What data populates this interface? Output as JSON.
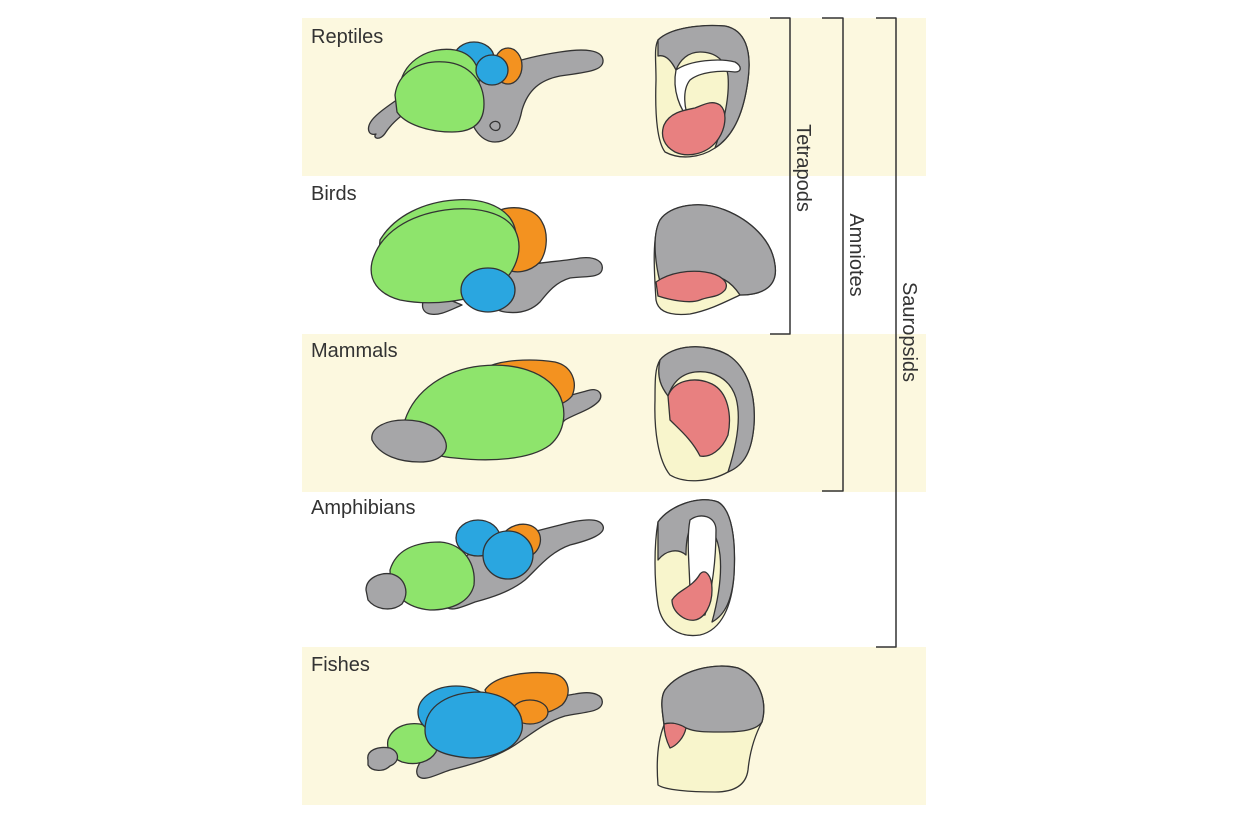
{
  "colors": {
    "band": "#fcf8df",
    "forebrain": "#8ee46c",
    "optic": "#2aa6e0",
    "cerebellum": "#f39220",
    "brainstem": "#a6a6a8",
    "pallium_red": "#e88080",
    "subpallium": "#f8f5cc",
    "outline": "#333333"
  },
  "groups": [
    {
      "label": "Reptiles"
    },
    {
      "label": "Birds"
    },
    {
      "label": "Mammals"
    },
    {
      "label": "Amphibians"
    },
    {
      "label": "Fishes"
    }
  ],
  "brackets": [
    {
      "label": "Tetrapods"
    },
    {
      "label": "Amniotes"
    },
    {
      "label": "Sauropsids"
    }
  ]
}
